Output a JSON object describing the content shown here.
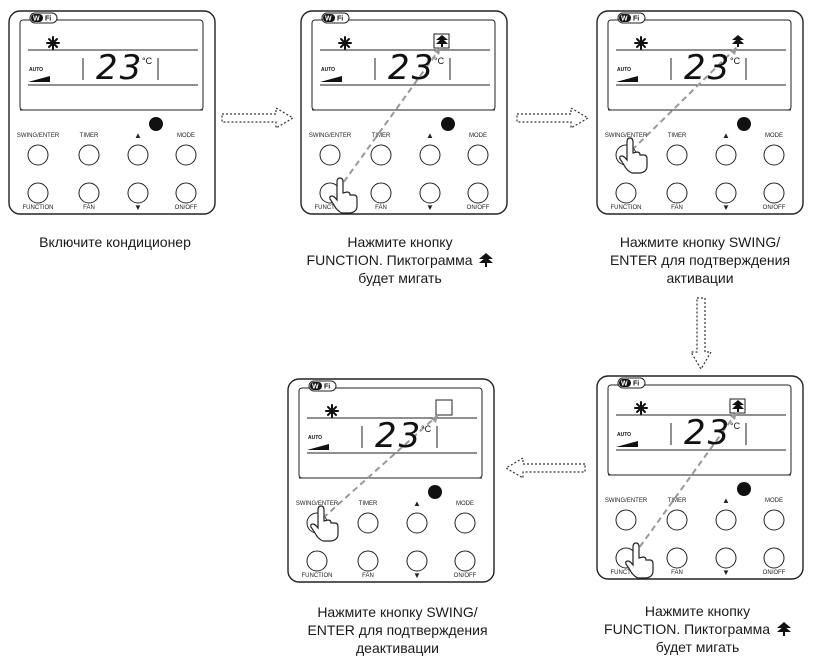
{
  "remote": {
    "wifi_label": "WiFi",
    "temperature": "23",
    "unit": "°C",
    "auto_label": "AUTO",
    "buttons": {
      "swing_enter": "SWING/ENTER",
      "timer": "TIMER",
      "up": "▲",
      "mode": "MODE",
      "function": "FUNCTION",
      "fan": "FAN",
      "down": "▼",
      "on_off": "ON/OFF"
    }
  },
  "steps": [
    {
      "caption_lines": [
        "Включите кондиционер"
      ]
    },
    {
      "caption_lines": [
        "Нажмите кнопку",
        "FUNCTION. Пиктограмма",
        "будет мигать"
      ]
    },
    {
      "caption_lines": [
        "Нажмите кнопку SWING/",
        "ENTER для подтверждения",
        "активации"
      ]
    },
    {
      "caption_lines": [
        "Нажмите кнопку SWING/",
        "ENTER для подтверждения",
        "деактивации"
      ]
    },
    {
      "caption_lines": [
        "Нажмите кнопку",
        "FUNCTION. Пиктограмма",
        "будет мигать"
      ]
    }
  ],
  "colors": {
    "guide_line": "#999999",
    "outline": "#222222"
  },
  "icons": [
    "snowflake-icon",
    "health-tree-icon",
    "hand-pointer-icon",
    "wifi-icon"
  ]
}
